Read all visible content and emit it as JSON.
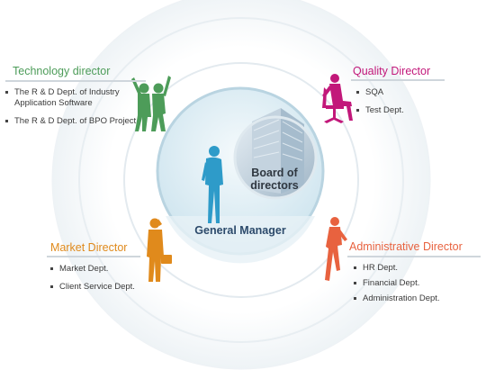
{
  "center": {
    "manager_label": "General Manager",
    "board_label_line1": "Board of",
    "board_label_line2": "directors"
  },
  "roles": {
    "technology": {
      "title": "Technology director",
      "color": "#4d9c59",
      "items": [
        "The R & D Dept. of Industry Application Software",
        "The R & D Dept. of BPO Project"
      ]
    },
    "quality": {
      "title": "Quality Director",
      "color": "#c2187a",
      "items": [
        "SQA",
        "Test Dept."
      ]
    },
    "market": {
      "title": "Market Director",
      "color": "#e08a1c",
      "items": [
        "Market Dept.",
        "Client Service Dept."
      ]
    },
    "administrative": {
      "title": "Administrative Director",
      "color": "#e8623f",
      "items": [
        "HR Dept.",
        "Financial Dept.",
        "Administration Dept."
      ]
    }
  },
  "colors": {
    "manager": "#2e9bc9",
    "ring": "#eef4f7",
    "center_fill": "#d7ebf3"
  }
}
